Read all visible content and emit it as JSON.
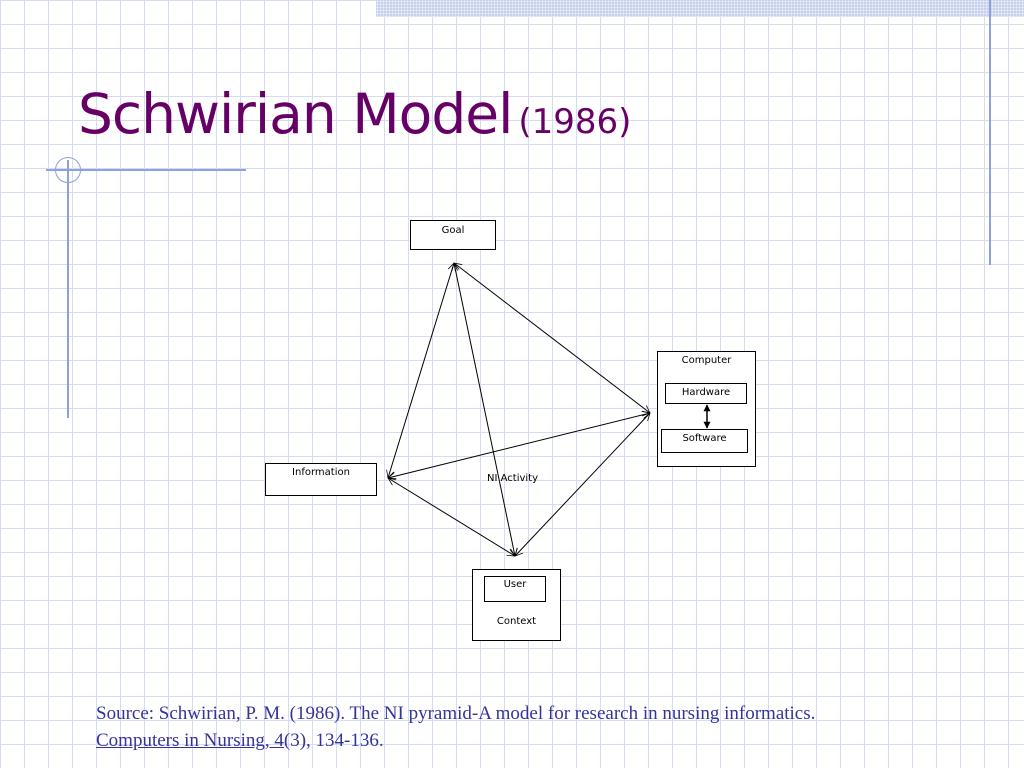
{
  "slide": {
    "title": "Schwirian Model",
    "year": "(1986)"
  },
  "diagram": {
    "goal": "Goal",
    "computer": "Computer",
    "hardware": "Hardware",
    "software": "Software",
    "information": "Information",
    "ni_activity": "NI Activity",
    "user": "User",
    "context": "Context"
  },
  "source": {
    "prefix": "Source: Schwirian, P. M. (1986).  The NI pyramid-A model for research in nursing informatics.",
    "journal": "Computers in Nursing, 4",
    "rest": "(3), 134-136."
  },
  "colors": {
    "title": "#660066",
    "source_text": "#333399",
    "grid": "#d6dcf0",
    "accent_line": "#8fa0dc"
  }
}
